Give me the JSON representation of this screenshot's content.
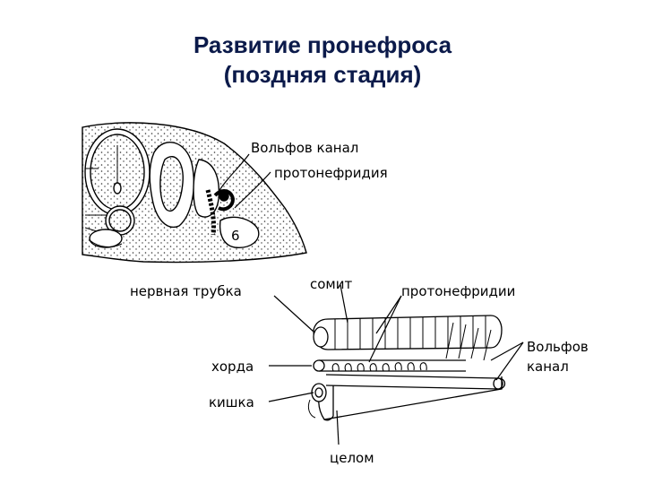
{
  "title": {
    "line1": "Развитие пронефроса",
    "line2": "(поздняя стадия)"
  },
  "labels": {
    "upper_wolffian_duct": "Вольфов канал",
    "upper_protonephridium": "протонефридия",
    "neural_tube": "нервная трубка",
    "somite": "сомит",
    "protonephridia": "протонефридии",
    "wolffian_duct_1": "Вольфов",
    "wolffian_duct_2": "канал",
    "notochord": "хорда",
    "intestine": "кишка",
    "coelom": "целом",
    "cavity_number": "6"
  },
  "colors": {
    "title": "#0b1a4a",
    "ink": "#000000"
  }
}
